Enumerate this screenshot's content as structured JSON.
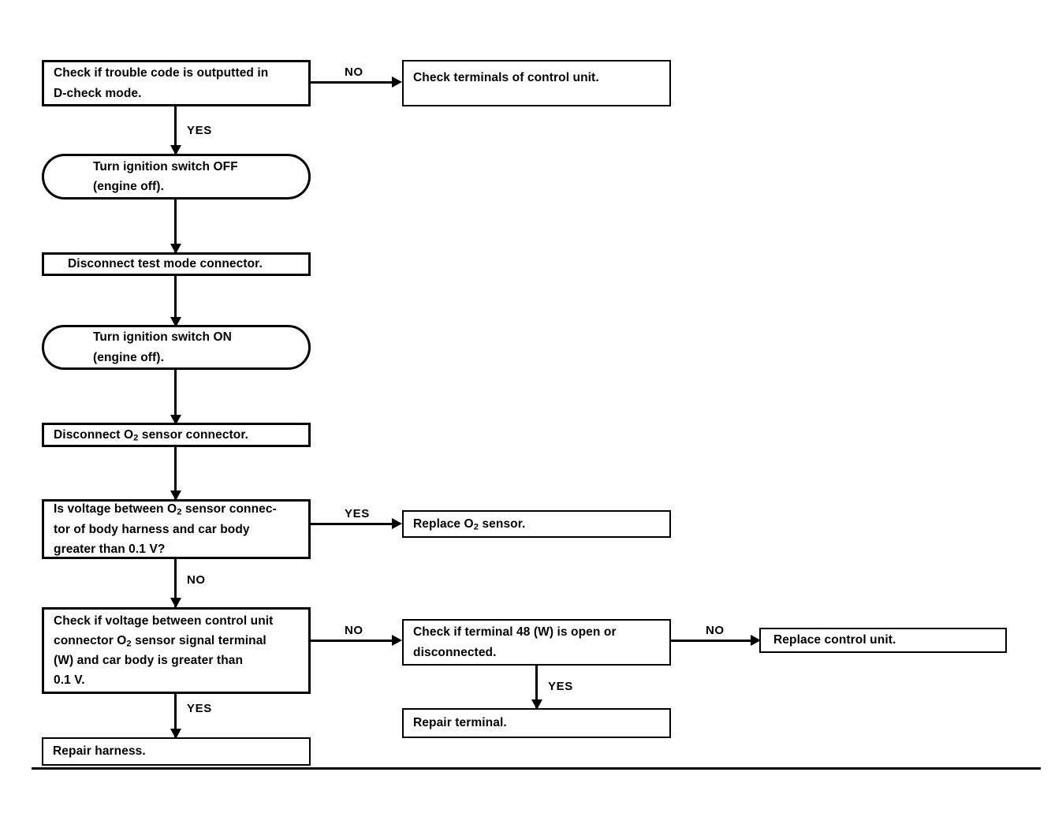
{
  "diagram": {
    "title": "O2 sensor diagnostic flowchart",
    "nodes": {
      "check_trouble_code": "Check if trouble code is outputted in\nD-check mode.",
      "check_terminals": "Check terminals of control unit.",
      "ign_off": "Turn ignition switch OFF\n(engine off).",
      "disconnect_test_mode": "Disconnect test mode connector.",
      "ign_on": "Turn ignition switch ON\n(engine off).",
      "disconnect_o2_pre": "Disconnect O",
      "disconnect_o2_sub": "2",
      "disconnect_o2_post": " sensor connector.",
      "voltage_q_line1_pre": "Is voltage between O",
      "voltage_q_sub": "2",
      "voltage_q_line1_post": " sensor connec-",
      "voltage_q_line2": "tor of body harness and car body",
      "voltage_q_line3": "greater than 0.1 V?",
      "replace_o2_pre": "Replace O",
      "replace_o2_sub": "2",
      "replace_o2_post": " sensor.",
      "check_cu_line1": "Check if  voltage between control unit",
      "check_cu_line2_pre": "connector O",
      "check_cu_sub": "2",
      "check_cu_line2_post": " sensor signal terminal",
      "check_cu_line3": "(W) and car body is greater than",
      "check_cu_line4": "0.1 V.",
      "check_terminal_48": "Check if terminal 48 (W) is open or\ndisconnected.",
      "replace_control_unit": "Replace control unit.",
      "repair_terminal": "Repair terminal.",
      "repair_harness": "Repair harness."
    },
    "edge_labels": {
      "trouble_no": "NO",
      "trouble_yes": "YES",
      "voltage_yes": "YES",
      "voltage_no": "NO",
      "cu_no": "NO",
      "cu_yes": "YES",
      "t48_no": "NO",
      "t48_yes": "YES"
    },
    "colors": {
      "ink": "#000000",
      "paper": "#ffffff"
    }
  }
}
